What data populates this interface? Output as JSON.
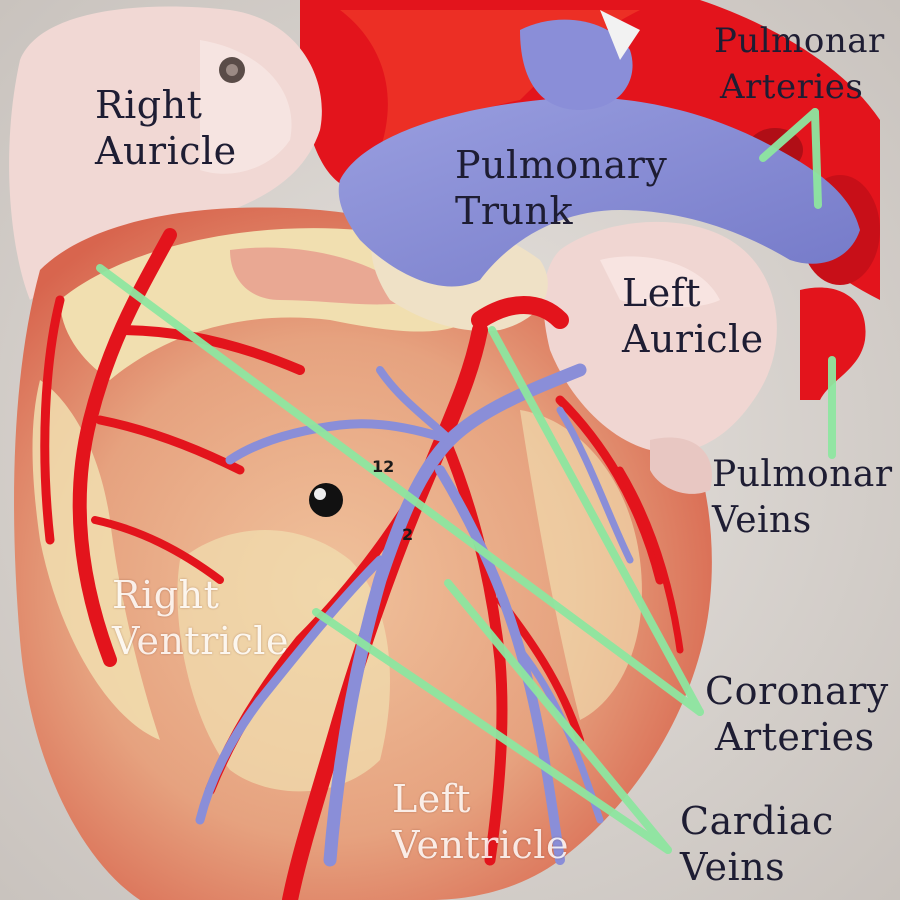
{
  "labels": {
    "right_auricle": [
      "Right",
      "Auricle"
    ],
    "pulmonary_trunk": [
      "Pulmonary",
      "Trunk"
    ],
    "pulmonary_arteries": [
      "Pulmonar",
      "Arteries"
    ],
    "left_auricle": [
      "Left",
      "Auricle"
    ],
    "pulmonary_veins": [
      "Pulmonar",
      "Veins"
    ],
    "right_ventricle": [
      "Right",
      "Ventricle"
    ],
    "coronary_arteries": [
      "Coronary",
      "Arteries"
    ],
    "left_ventricle": [
      "Left",
      "Ventricle"
    ],
    "cardiac_veins": [
      "Cardiac",
      "Veins"
    ]
  },
  "model_tags": [
    "12",
    "2"
  ],
  "colors": {
    "pointer": "#8ee6a0",
    "artery": "#e3141c",
    "vein": "#8a8ed8",
    "muscle": "#e9b08a",
    "fat": "#f1dfb0",
    "auricle": "#f1d8d4",
    "background": "#d9d4cf",
    "label_dark": "#1e1d33",
    "label_light": "#ffffff"
  }
}
